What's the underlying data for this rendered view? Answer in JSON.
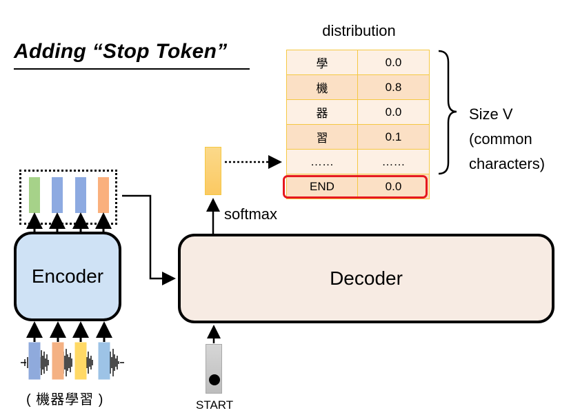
{
  "title": "Adding “Stop Token”",
  "distribution": {
    "label": "distribution",
    "rows": [
      {
        "token": "學",
        "prob": "0.0"
      },
      {
        "token": "機",
        "prob": "0.8"
      },
      {
        "token": "器",
        "prob": "0.0"
      },
      {
        "token": "習",
        "prob": "0.1"
      },
      {
        "token": "……",
        "prob": "……"
      },
      {
        "token": "END",
        "prob": "0.0"
      }
    ],
    "highlight_row": "END",
    "highlight_color": "#e6191e"
  },
  "size_annotation": {
    "line1": "Size V",
    "line2": "(common",
    "line3": "characters)"
  },
  "encoder": {
    "label": "Encoder",
    "output_vector_colors": [
      "#a9d18e",
      "#8faadc",
      "#8faadc",
      "#f4b183"
    ],
    "input_vector_colors": [
      "#8faadc",
      "#f4b183",
      "#ffd966",
      "#9dc3e6"
    ]
  },
  "decoder": {
    "label": "Decoder"
  },
  "softmax": {
    "label": "softmax"
  },
  "start": {
    "label": "START"
  },
  "audio": {
    "label": "( 機器學習 )"
  }
}
